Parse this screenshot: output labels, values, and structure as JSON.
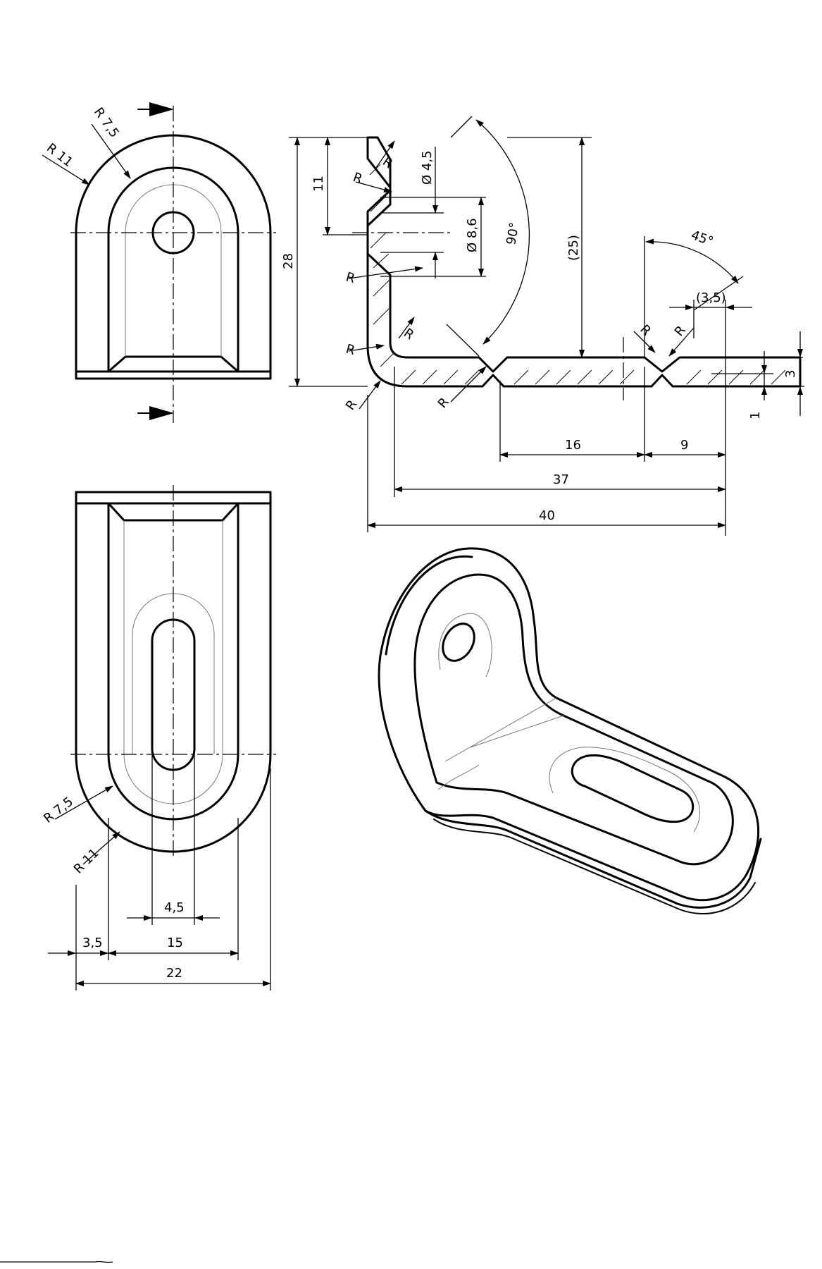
{
  "front_view": {
    "radius_outer": "R 11",
    "radius_inner": "R 7,5"
  },
  "section_view": {
    "dim_28": "28",
    "dim_11": "11",
    "dim_hole": "Ø 4,5",
    "dim_counterbore": "Ø 8,6",
    "angle_bend": "90°",
    "dim_25": "(25)",
    "angle_45": "45°",
    "dim_3_5_ref": "(3,5)",
    "dim_3": "3",
    "dim_1": "1",
    "dim_16": "16",
    "dim_9": "9",
    "dim_37": "37",
    "dim_40": "40",
    "radius_labels": [
      "R",
      "R",
      "R",
      "R",
      "R",
      "R",
      "R",
      "R",
      "R"
    ]
  },
  "bottom_view": {
    "radius_inner": "R 7,5",
    "radius_outer": "R 11",
    "dim_slot": "4,5",
    "dim_3_5": "3,5",
    "dim_15": "15",
    "dim_22": "22"
  }
}
